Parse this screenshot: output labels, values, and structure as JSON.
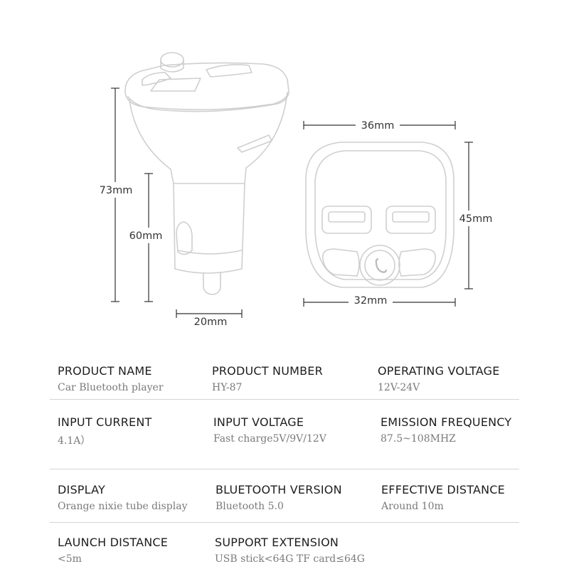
{
  "dimensions": {
    "overall_height": "73mm",
    "body_height": "60mm",
    "plug_width": "20mm",
    "front_width_top": "36mm",
    "front_height": "45mm",
    "front_width_bottom": "32mm"
  },
  "specs": [
    {
      "label": "PRODUCT NAME",
      "value": "Car Bluetooth player"
    },
    {
      "label": "PRODUCT NUMBER",
      "value": "HY-87"
    },
    {
      "label": "OPERATING VOLTAGE",
      "value": "12V-24V"
    },
    {
      "label": "INPUT CURRENT",
      "value": "4.1A）"
    },
    {
      "label": "INPUT VOLTAGE",
      "value": "Fast charge5V/9V/12V"
    },
    {
      "label": "EMISSION FREQUENCY",
      "value": "87.5~108MHZ"
    },
    {
      "label": "DISPLAY",
      "value": "Orange nixie tube display"
    },
    {
      "label": "BLUETOOTH VERSION",
      "value": "Bluetooth 5.0"
    },
    {
      "label": "EFFECTIVE DISTANCE",
      "value": "Around 10m"
    },
    {
      "label": "LAUNCH DISTANCE",
      "value": "<5m"
    },
    {
      "label": "SUPPORT EXTENSION",
      "value": "USB stick<64G  TF card≤64G"
    }
  ],
  "icons": {
    "front_button": "phone-icon"
  }
}
